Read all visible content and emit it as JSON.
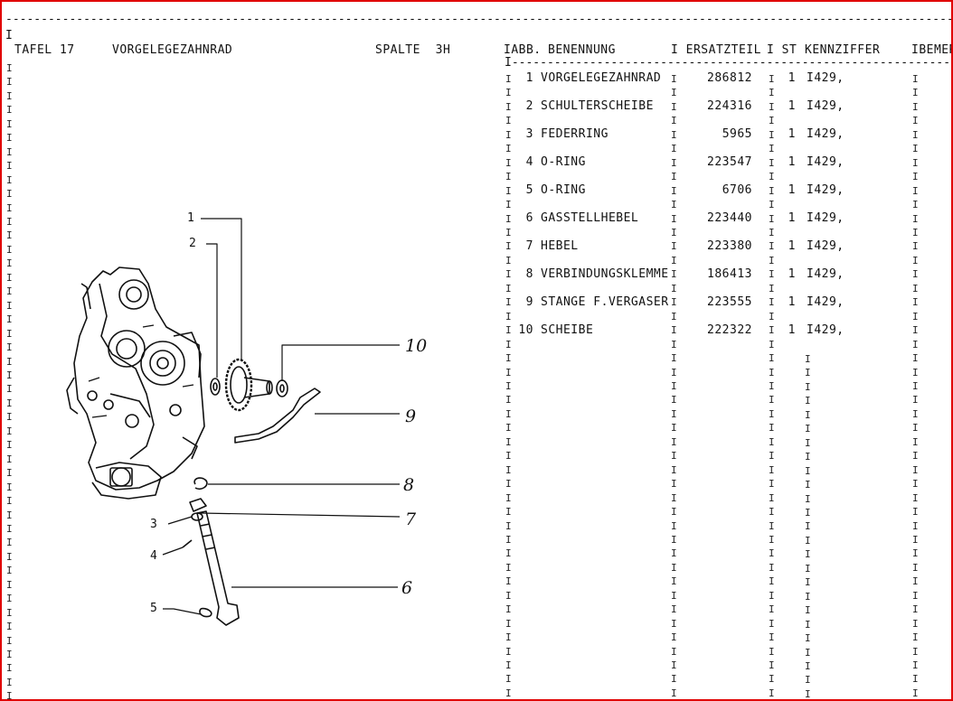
{
  "header": {
    "tafel": "TAFEL 17",
    "title": "VORGELEGEZAHNRAD",
    "spalte": "SPALTE  3H",
    "columns": {
      "abb": "ABB.",
      "benennung": "BENENNUNG",
      "ersatzteil": "ERSATZTEIL",
      "st": "ST",
      "kennziffer": "KENNZIFFER",
      "bemerkung": "BEMER"
    }
  },
  "parts": [
    {
      "no": "1",
      "name": "VORGELEGEZAHNRAD",
      "part": "286812",
      "qty": "1",
      "code": "I429,"
    },
    {
      "no": "2",
      "name": "SCHULTERSCHEIBE",
      "part": "224316",
      "qty": "1",
      "code": "I429,"
    },
    {
      "no": "3",
      "name": "FEDERRING",
      "part": "5965",
      "qty": "1",
      "code": "I429,"
    },
    {
      "no": "4",
      "name": "O-RING",
      "part": "223547",
      "qty": "1",
      "code": "I429,"
    },
    {
      "no": "5",
      "name": "O-RING",
      "part": "6706",
      "qty": "1",
      "code": "I429,"
    },
    {
      "no": "6",
      "name": "GASSTELLHEBEL",
      "part": "223440",
      "qty": "1",
      "code": "I429,"
    },
    {
      "no": "7",
      "name": "HEBEL",
      "part": "223380",
      "qty": "1",
      "code": "I429,"
    },
    {
      "no": "8",
      "name": "VERBINDUNGSKLEMME",
      "part": "186413",
      "qty": "1",
      "code": "I429,"
    },
    {
      "no": "9",
      "name": "STANGE F.VERGASER",
      "part": "223555",
      "qty": "1",
      "code": "I429,"
    },
    {
      "no": "10",
      "name": "SCHEIBE",
      "part": "222322",
      "qty": "1",
      "code": "I429,"
    }
  ],
  "diagram": {
    "callouts_printed": [
      "1",
      "2",
      "3",
      "4",
      "5"
    ],
    "callouts_handwritten": [
      "10",
      "9",
      "8",
      "7",
      "6"
    ]
  }
}
